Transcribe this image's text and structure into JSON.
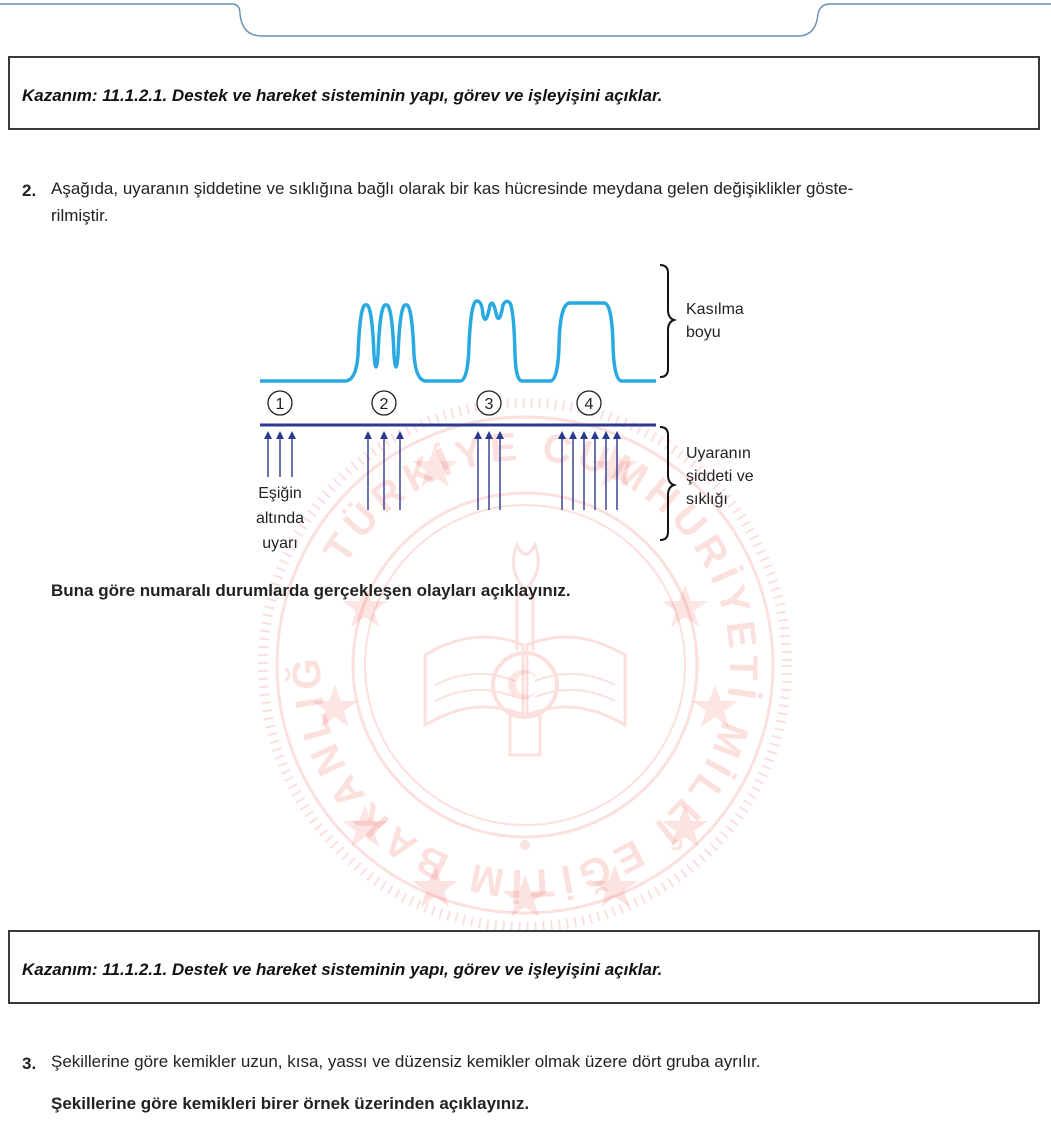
{
  "section1": {
    "kazanim": "Kazanım: 11.1.2.1. Destek ve hareket sisteminin yapı, görev ve işleyişini açıklar."
  },
  "question2": {
    "number": "2.",
    "text_line1": "Aşağıda, uyaranın şiddetine ve sıklığına bağlı olarak bir kas hücresinde meydana gelen değişiklikler göste-",
    "text_line2": "rilmiştir.",
    "prompt": "Buna göre numaralı durumlarda gerçekleşen olayları açıklayınız."
  },
  "diagram": {
    "labels": {
      "contraction": [
        "Kasılma",
        "boyu"
      ],
      "stimulus": [
        "Uyaranın",
        "şiddeti ve",
        "sıklığı"
      ],
      "threshold": [
        "Eşiğin",
        "altında",
        "uyarı"
      ]
    },
    "cases": [
      {
        "number": "1",
        "arrows": 3,
        "arrow_strength": "short"
      },
      {
        "number": "2",
        "arrows": 3,
        "arrow_strength": "long"
      },
      {
        "number": "3",
        "arrows": 3,
        "arrow_strength": "long"
      },
      {
        "number": "4",
        "arrows": 6,
        "arrow_strength": "long"
      }
    ],
    "colors": {
      "curve": "#29a9e0",
      "baseline": "#2b3990",
      "arrows": "#2b3990",
      "brace": "#111111"
    }
  },
  "watermark": {
    "text": "TÜRKİYE CUMHURİYETİ MİLLÎ EĞİTİM BAKANLIĞI",
    "color": "#e8443a"
  },
  "section2": {
    "kazanim": "Kazanım: 11.1.2.1. Destek ve hareket sisteminin yapı, görev ve işleyişini açıklar."
  },
  "question3": {
    "number": "3.",
    "text": "Şekillerine göre kemikler uzun, kısa, yassı ve düzensiz kemikler olmak üzere dört gruba ayrılır.",
    "prompt": "Şekillerine göre kemikleri birer örnek üzerinden açıklayınız."
  }
}
